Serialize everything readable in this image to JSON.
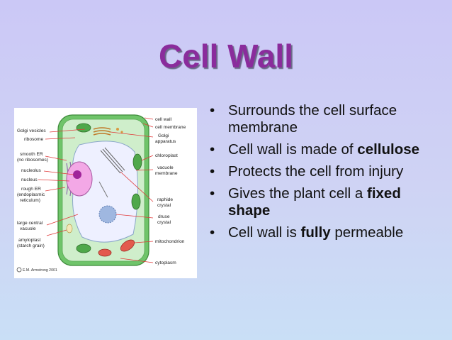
{
  "slide": {
    "title": "Cell Wall",
    "bullet_symbol": "•",
    "bullets": [
      {
        "text": "Surrounds the cell surface membrane"
      },
      {
        "text_before": "Cell wall is made of ",
        "bold": "cellulose",
        "text_after": ""
      },
      {
        "text": "Protects the cell from injury"
      },
      {
        "text_before": "Gives the plant cell a ",
        "bold": "fixed shape",
        "text_after": ""
      },
      {
        "text_before": "Cell wall is ",
        "bold": "fully",
        "text_after": " permeable"
      }
    ]
  },
  "diagram": {
    "labels_left": [
      "Golgi vesicles",
      "ribosome",
      "smooth ER",
      "(no ribosomes)",
      "nucleolus",
      "nucleus",
      "rough ER",
      "(endoplasmic",
      "reticulum)",
      "large central",
      "vacuole",
      "amyloplast",
      "(starch grain)"
    ],
    "labels_right": [
      "cell wall",
      "cell membrane",
      "Golgi",
      "apparatus",
      "chloroplast",
      "vacuole",
      "membrane",
      "raphide",
      "crystal",
      "druse",
      "crystal",
      "mitochondrion",
      "cytoplasm"
    ],
    "copyright": "E.M. Armstrong 2001",
    "colors": {
      "cell_wall": "#6fc46a",
      "cytoplasm": "#cfeecb",
      "vacuole": "#eef0ff",
      "nucleus": "#f3a8e6",
      "nucleolus": "#a0239a",
      "chloroplast": "#4fa84a",
      "mitochondrion": "#e35a4d"
    }
  }
}
